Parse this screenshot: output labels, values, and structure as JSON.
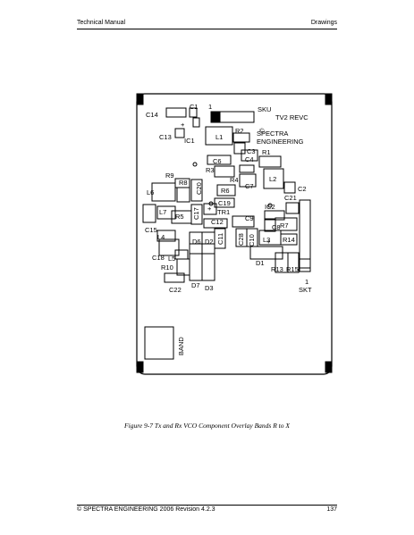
{
  "header": {
    "left": "Technical Manual",
    "right": "Drawings"
  },
  "footer": {
    "left": "© SPECTRA ENGINEERING 2006 Revision 4.2.3",
    "right": "137"
  },
  "figure": {
    "caption": "Figure 9-7  Tx and Rx VCO Component Overlay Bands R to X",
    "board_text": {
      "sku": "SKU",
      "revision": "TV2 REVC",
      "copyright": "©",
      "maker_line1": "SPECTRA",
      "maker_line2": "ENGINEERING",
      "band": "BAND",
      "socket_pin": "1",
      "socket": "SKT",
      "pin1": "1",
      "plus1": "+",
      "plus2": "+",
      "plus3": "+"
    },
    "labels": [
      "C14",
      "C1",
      "C13",
      "IC1",
      "L1",
      "R2",
      "C3",
      "C4",
      "R1",
      "C6",
      "R3",
      "L2",
      "R9",
      "R8",
      "C20",
      "R4",
      "C7",
      "C2",
      "L6",
      "R6",
      "C21",
      "L7",
      "C17",
      "C19",
      "TR1",
      "IC2",
      "R5",
      "C9",
      "C8",
      "R7",
      "C12",
      "C15",
      "C11",
      "C28",
      "C10",
      "L3",
      "R14",
      "L4",
      "D6",
      "D2",
      "C18",
      "L5",
      "D1",
      "R13",
      "R15",
      "R10",
      "D7",
      "D3",
      "C22"
    ]
  }
}
